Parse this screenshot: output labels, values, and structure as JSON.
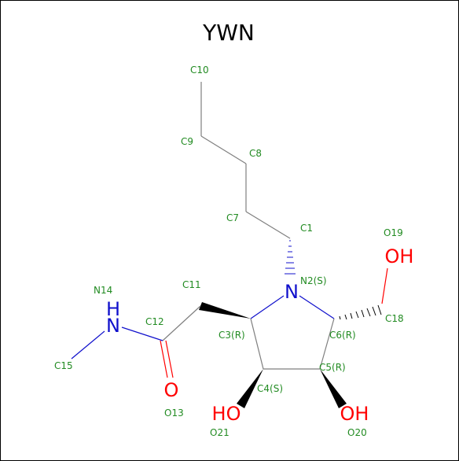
{
  "title": "YWN",
  "colors": {
    "carbon_bond": "#7f7f7f",
    "label": "#228b22",
    "nitrogen": "#1010cc",
    "oxygen": "#ff0000",
    "wedge": "#000000"
  },
  "atom_labels": {
    "C1": "C1",
    "N2": "N2(S)",
    "C3": "C3(R)",
    "C4": "C4(S)",
    "C5": "C5(R)",
    "C6": "C6(R)",
    "C7": "C7",
    "C8": "C8",
    "C9": "C9",
    "C10": "C10",
    "C11": "C11",
    "C12": "C12",
    "O13": "O13",
    "N14": "N14",
    "C15": "C15",
    "C18": "C18",
    "O19": "O19",
    "O20": "O20",
    "O21": "O21"
  },
  "heteroatoms": {
    "N2": "N",
    "N14_H": "H",
    "N14_N": "N",
    "O13": "O",
    "O19": "OH",
    "O20": "OH",
    "O21": "HO"
  }
}
